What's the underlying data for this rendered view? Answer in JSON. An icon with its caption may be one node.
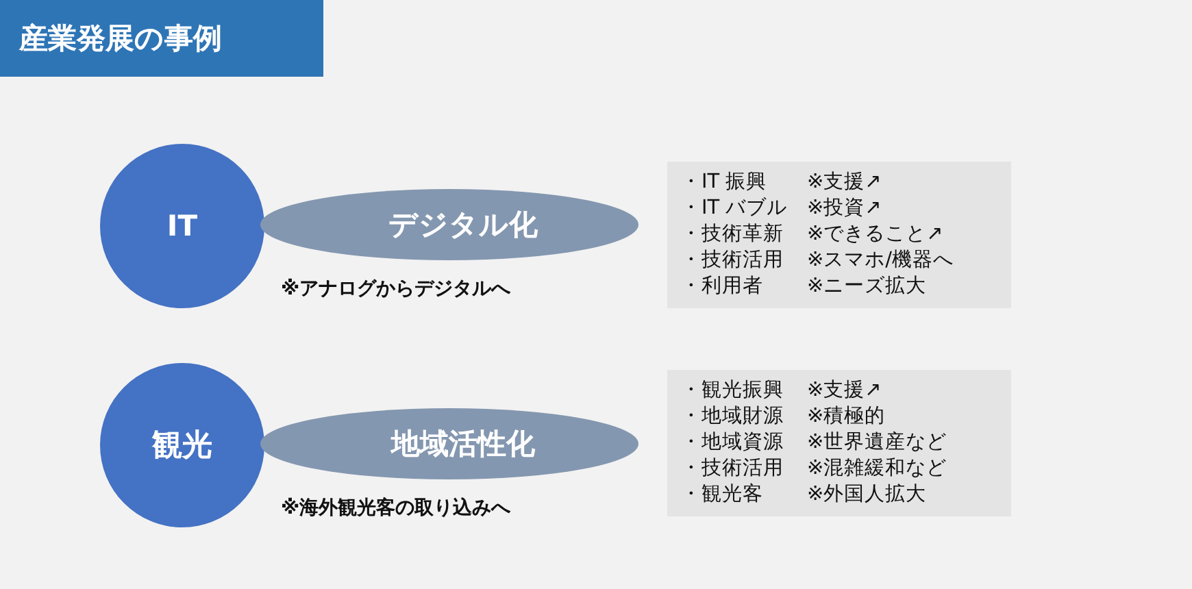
{
  "diagram": {
    "title": "産業発展の事例",
    "nodes": [
      {
        "text": [
          "IT"
        ]
      },
      {
        "text": [
          "デジタル化"
        ],
        "beside": [
          "※アナログからデジタルへ"
        ]
      },
      {
        "text": [
          "・IT 振興",
          "※支援↗",
          "・IT バブル",
          "※投資↗",
          "・技術革新",
          "※できること↗",
          "・技術活用",
          "※スマホ/機器へ",
          "・利用者",
          "※ニーズ拡大"
        ]
      },
      {
        "text": [
          "観光"
        ]
      },
      {
        "text": [
          "地域活性化"
        ],
        "beside": [
          "※海外観光客の取り込みへ"
        ]
      },
      {
        "text": [
          "・観光振興",
          "※支援↗",
          "・地域財源",
          "※積極的",
          "・地域資源",
          "※世界遺産など",
          "・技術活用",
          "※混雑緩和など",
          "・観光客",
          "※外国人拡大"
        ]
      }
    ],
    "edges": []
  }
}
